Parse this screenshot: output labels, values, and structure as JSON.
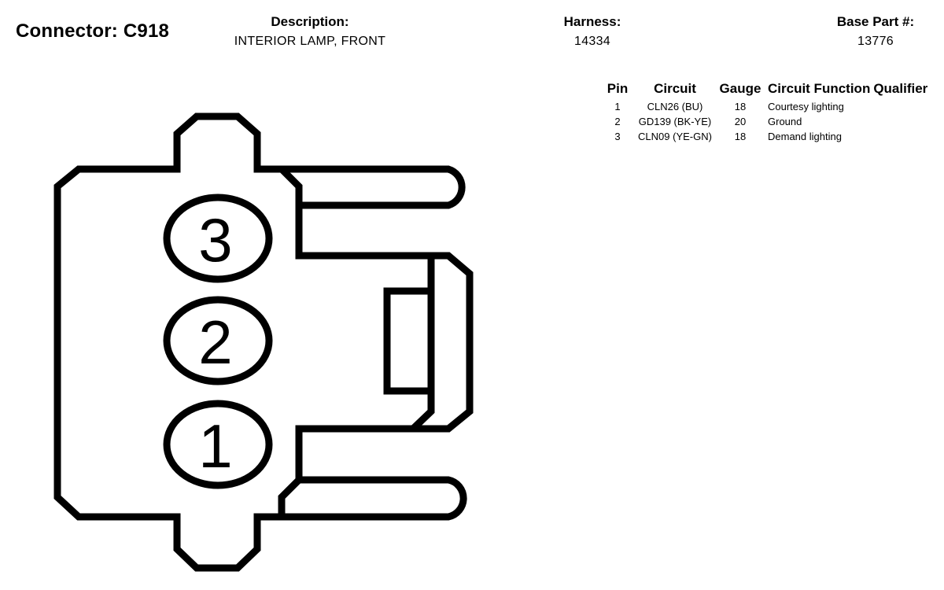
{
  "header": {
    "connector_label": "Connector: C918",
    "description_label": "Description:",
    "description_value": "INTERIOR LAMP, FRONT",
    "harness_label": "Harness:",
    "harness_value": "14334",
    "base_part_label": "Base Part #:",
    "base_part_value": "13776"
  },
  "table": {
    "headers": {
      "pin": "Pin",
      "circuit": "Circuit",
      "gauge": "Gauge",
      "circuit_function": "Circuit Function",
      "qualifier": "Qualifier"
    },
    "rows": [
      {
        "pin": "1",
        "circuit": "CLN26 (BU)",
        "gauge": "18",
        "circuit_function": "Courtesy lighting",
        "qualifier": ""
      },
      {
        "pin": "2",
        "circuit": "GD139 (BK-YE)",
        "gauge": "20",
        "circuit_function": "Ground",
        "qualifier": ""
      },
      {
        "pin": "3",
        "circuit": "CLN09 (YE-GN)",
        "gauge": "18",
        "circuit_function": "Demand lighting",
        "qualifier": ""
      }
    ]
  },
  "diagram": {
    "pins": [
      {
        "label": "3"
      },
      {
        "label": "2"
      },
      {
        "label": "1"
      }
    ],
    "stroke_color": "#000000"
  }
}
